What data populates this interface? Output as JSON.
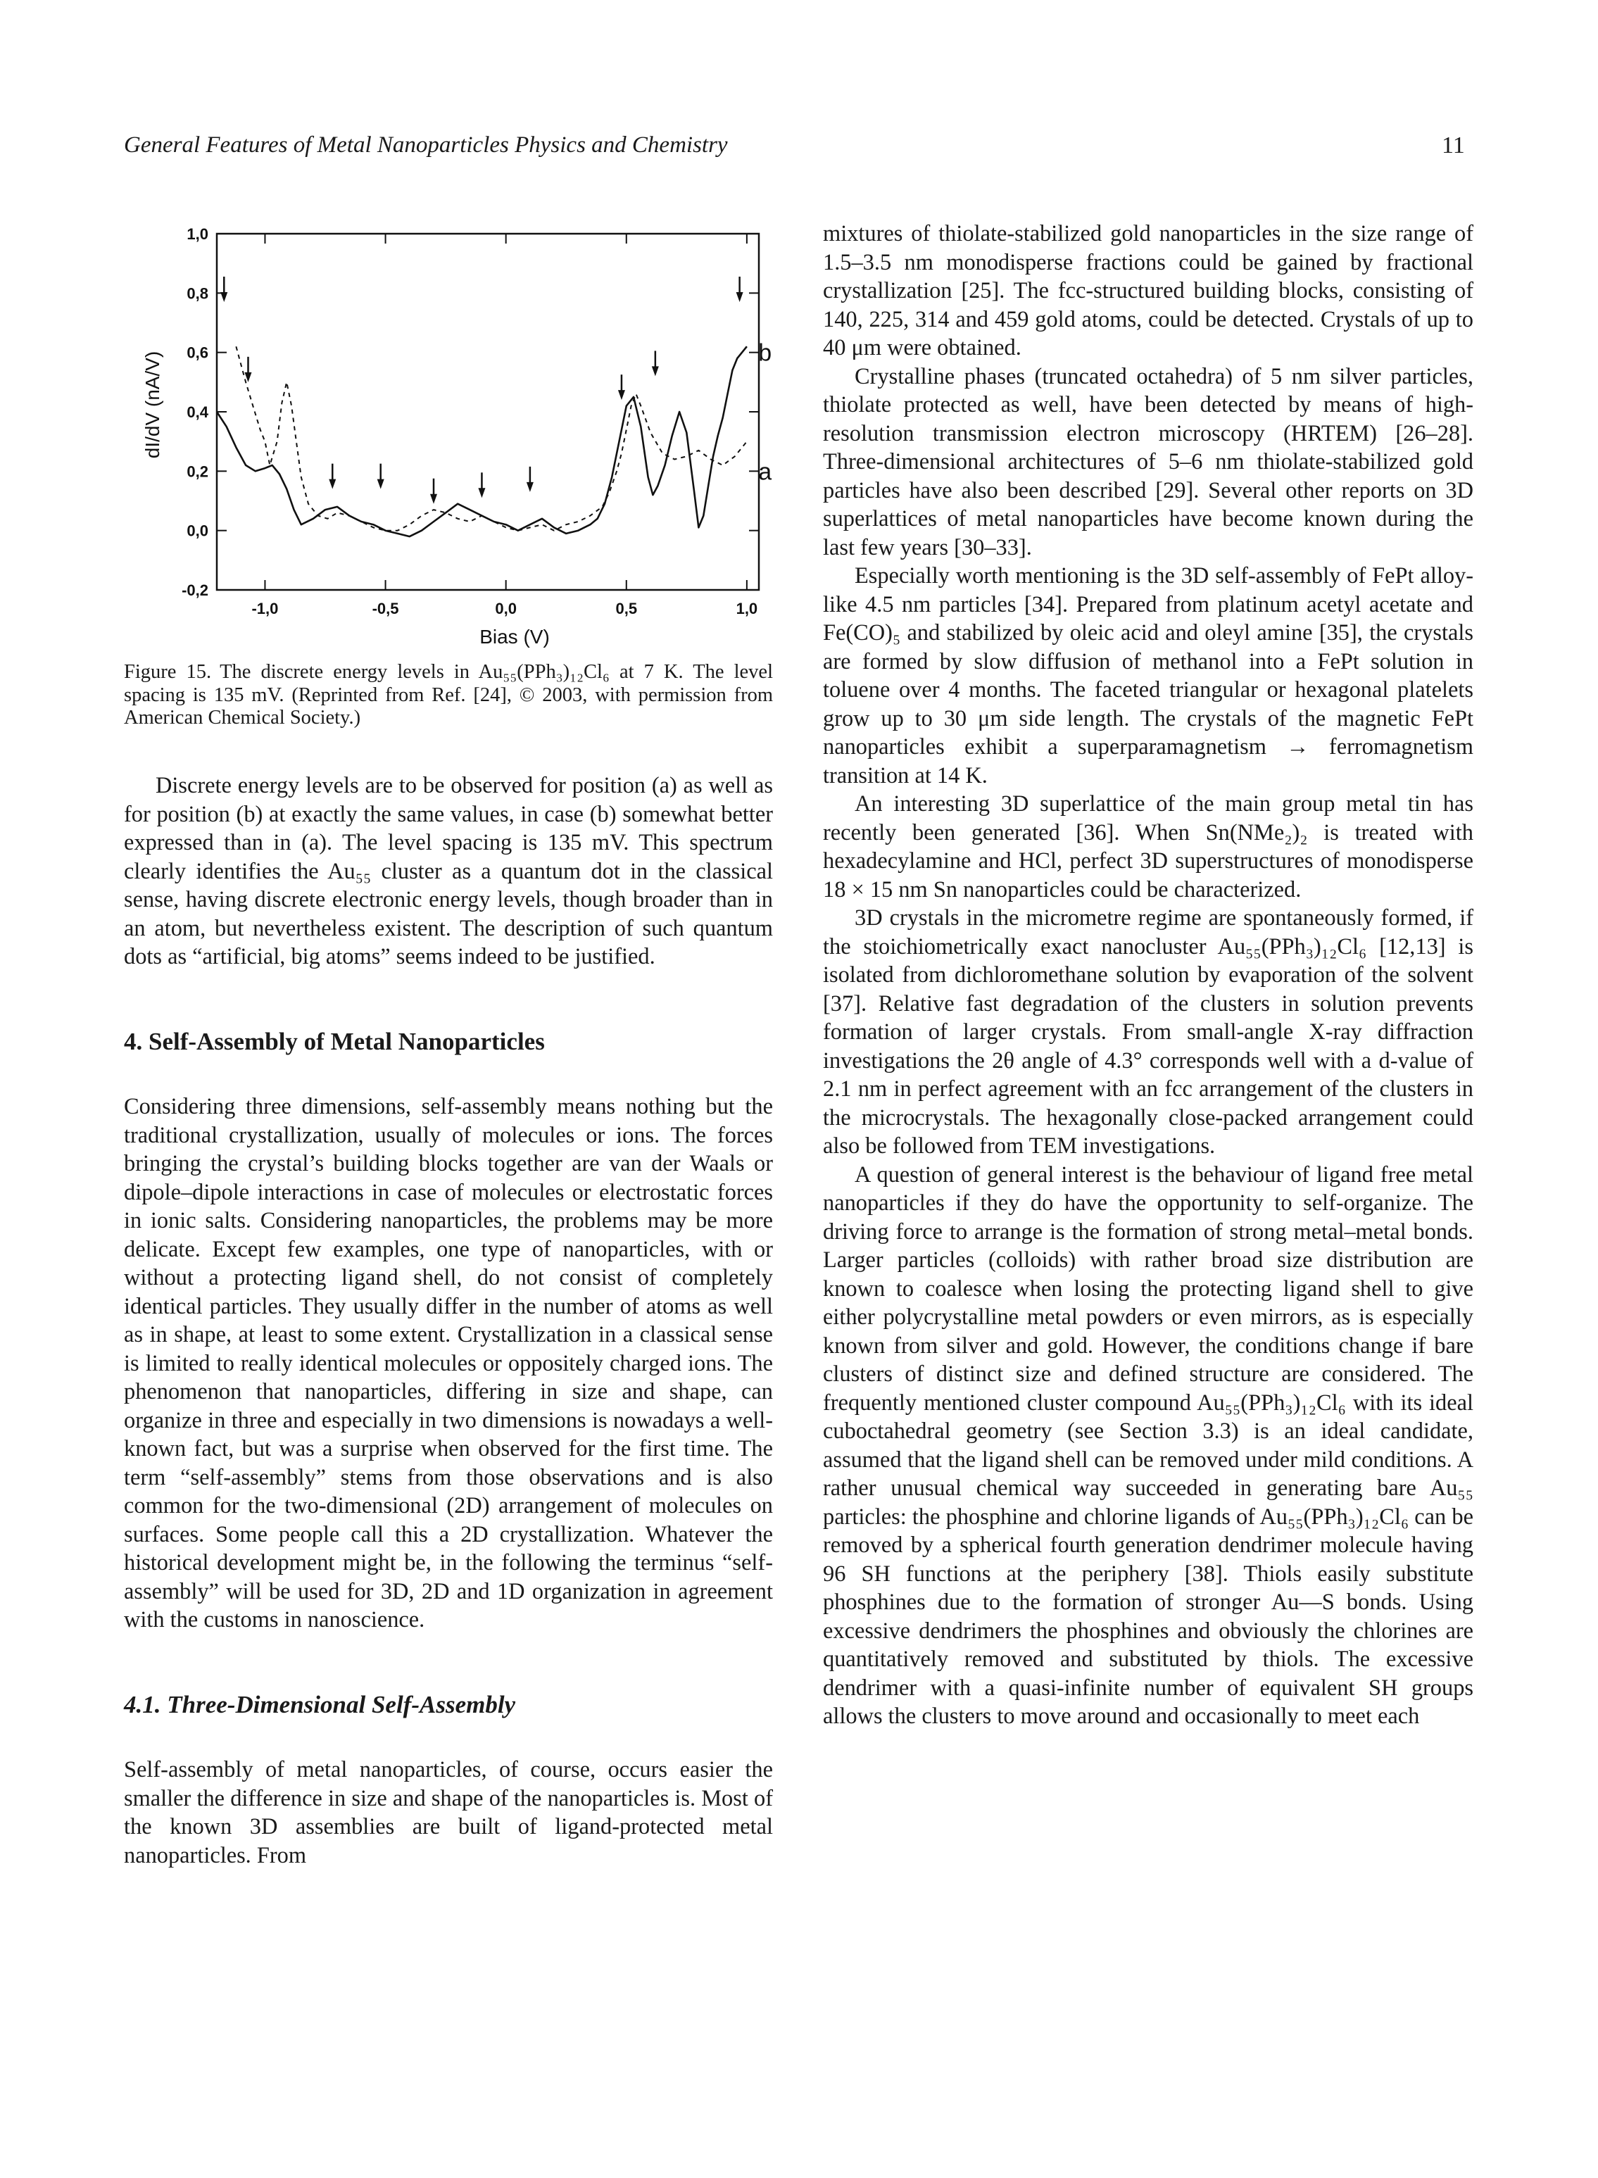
{
  "header": {
    "running_title": "General Features of Metal Nanoparticles Physics and Chemistry",
    "page_number": "11"
  },
  "figure": {
    "label": "Figure 15.",
    "caption": "The discrete energy levels in Au₅₅(PPh₃)₁₂Cl₆ at 7 K. The level spacing is 135 mV. (Reprinted from Ref. [24], © 2003, with permission from American Chemical Society.)"
  },
  "chart_data": {
    "type": "line",
    "xlabel": "Bias (V)",
    "ylabel": "dI/dV (nA/V)",
    "xlim": [
      -1.2,
      1.05
    ],
    "ylim": [
      -0.2,
      1.0
    ],
    "x_ticks": [
      "-1,0",
      "-0,5",
      "0,0",
      "0,5",
      "1,0"
    ],
    "x_tick_values": [
      -1.0,
      -0.5,
      0.0,
      0.5,
      1.0
    ],
    "y_ticks": [
      "1,0",
      "0,8",
      "0,6",
      "0,4",
      "0,2",
      "0,0",
      "-0,2"
    ],
    "y_tick_values": [
      1.0,
      0.8,
      0.6,
      0.4,
      0.2,
      0.0,
      -0.2
    ],
    "grid": false,
    "series": [
      {
        "name": "b",
        "style": "solid",
        "x": [
          -1.2,
          -1.16,
          -1.12,
          -1.08,
          -1.04,
          -1.0,
          -0.97,
          -0.94,
          -0.91,
          -0.88,
          -0.85,
          -0.8,
          -0.75,
          -0.7,
          -0.65,
          -0.6,
          -0.55,
          -0.5,
          -0.45,
          -0.4,
          -0.35,
          -0.3,
          -0.25,
          -0.2,
          -0.15,
          -0.1,
          -0.05,
          0.0,
          0.05,
          0.1,
          0.15,
          0.2,
          0.25,
          0.3,
          0.35,
          0.38,
          0.41,
          0.44,
          0.47,
          0.5,
          0.53,
          0.56,
          0.59,
          0.61,
          0.63,
          0.66,
          0.69,
          0.72,
          0.75,
          0.78,
          0.8,
          0.82,
          0.84,
          0.86,
          0.88,
          0.9,
          0.92,
          0.94,
          0.96,
          0.98,
          1.0
        ],
        "y": [
          0.4,
          0.35,
          0.28,
          0.22,
          0.2,
          0.21,
          0.22,
          0.19,
          0.14,
          0.07,
          0.02,
          0.04,
          0.07,
          0.08,
          0.05,
          0.03,
          0.02,
          0.0,
          -0.01,
          -0.02,
          0.0,
          0.03,
          0.06,
          0.09,
          0.07,
          0.05,
          0.03,
          0.02,
          0.0,
          0.02,
          0.04,
          0.01,
          -0.01,
          0.0,
          0.02,
          0.04,
          0.09,
          0.18,
          0.3,
          0.42,
          0.45,
          0.35,
          0.18,
          0.12,
          0.15,
          0.22,
          0.32,
          0.4,
          0.33,
          0.14,
          0.01,
          0.05,
          0.15,
          0.25,
          0.32,
          0.38,
          0.46,
          0.54,
          0.58,
          0.6,
          0.62
        ]
      },
      {
        "name": "a",
        "style": "dashed",
        "x": [
          -1.12,
          -1.1,
          -1.08,
          -1.05,
          -1.02,
          -1.0,
          -0.98,
          -0.95,
          -0.93,
          -0.91,
          -0.89,
          -0.87,
          -0.85,
          -0.82,
          -0.78,
          -0.74,
          -0.7,
          -0.65,
          -0.6,
          -0.55,
          -0.5,
          -0.45,
          -0.4,
          -0.35,
          -0.3,
          -0.25,
          -0.2,
          -0.15,
          -0.1,
          -0.05,
          0.0,
          0.05,
          0.1,
          0.15,
          0.2,
          0.25,
          0.3,
          0.35,
          0.4,
          0.43,
          0.46,
          0.48,
          0.5,
          0.52,
          0.54,
          0.56,
          0.6,
          0.65,
          0.7,
          0.75,
          0.8,
          0.85,
          0.9,
          0.95,
          1.0
        ],
        "y": [
          0.62,
          0.56,
          0.5,
          0.42,
          0.34,
          0.3,
          0.22,
          0.3,
          0.43,
          0.5,
          0.42,
          0.3,
          0.18,
          0.09,
          0.05,
          0.04,
          0.06,
          0.05,
          0.03,
          0.01,
          0.0,
          0.0,
          0.02,
          0.05,
          0.07,
          0.06,
          0.04,
          0.03,
          0.05,
          0.03,
          0.01,
          0.0,
          0.01,
          0.02,
          0.0,
          0.02,
          0.03,
          0.05,
          0.08,
          0.13,
          0.2,
          0.26,
          0.34,
          0.42,
          0.46,
          0.42,
          0.33,
          0.26,
          0.24,
          0.25,
          0.27,
          0.24,
          0.22,
          0.25,
          0.3
        ]
      }
    ],
    "arrows_x": [
      -1.17,
      -1.07,
      -0.72,
      -0.52,
      -0.3,
      -0.1,
      0.1,
      0.62,
      0.48,
      0.97
    ],
    "arrows_y": [
      0.77,
      0.5,
      0.14,
      0.14,
      0.09,
      0.11,
      0.13,
      0.52,
      0.44,
      0.77
    ],
    "curve_labels": [
      "b",
      "a"
    ]
  },
  "left_column": {
    "p1": "Discrete energy levels are to be observed for position (a) as well as for position (b) at exactly the same values, in case (b) somewhat better expressed than in (a). The level spacing is 135 mV. This spectrum clearly identifies the Au₅₅ cluster as a quantum dot in the classical sense, having discrete electronic energy levels, though broader than in an atom, but nevertheless existent. The description of such quantum dots as “artificial, big atoms” seems indeed to be justified.",
    "section_heading": "4. Self-Assembly of Metal Nanoparticles",
    "p2": "Considering three dimensions, self-assembly means nothing but the traditional crystallization, usually of molecules or ions. The forces bringing the crystal’s building blocks together are van der Waals or dipole–dipole interactions in case of molecules or electrostatic forces in ionic salts. Considering nanoparticles, the problems may be more delicate. Except few examples, one type of nanoparticles, with or without a protecting ligand shell, do not consist of completely identical particles. They usually differ in the number of atoms as well as in shape, at least to some extent. Crystallization in a classical sense is limited to really identical molecules or oppositely charged ions. The phenomenon that nanoparticles, differing in size and shape, can organize in three and especially in two dimensions is nowadays a well-known fact, but was a surprise when observed for the first time. The term “self-assembly” stems from those observations and is also common for the two-dimensional (2D) arrangement of molecules on surfaces. Some people call this a 2D crystallization. Whatever the historical development might be, in the following the terminus “self-assembly” will be used for 3D, 2D and 1D organization in agreement with the customs in nanoscience.",
    "subsection_heading": "4.1. Three-Dimensional Self-Assembly",
    "p3": "Self-assembly of metal nanoparticles, of course, occurs easier the smaller the difference in size and shape of the nanoparticles is. Most of the known 3D assemblies are built of ligand-protected metal nanoparticles. From"
  },
  "right_column": {
    "p1": "mixtures of thiolate-stabilized gold nanoparticles in the size range of 1.5–3.5 nm monodisperse fractions could be gained by fractional crystallization [25]. The fcc-structured building blocks, consisting of 140, 225, 314 and 459 gold atoms, could be detected. Crystals of up to 40 μm were obtained.",
    "p2": "Crystalline phases (truncated octahedra) of 5 nm silver particles, thiolate protected as well, have been detected by means of high-resolution transmission electron microscopy (HRTEM) [26–28]. Three-dimensional architectures of 5–6 nm thiolate-stabilized gold particles have also been described [29]. Several other reports on 3D superlattices of metal nanoparticles have become known during the last few years [30–33].",
    "p3": "Especially worth mentioning is the 3D self-assembly of FePt alloy-like 4.5 nm particles [34]. Prepared from platinum acetyl acetate and Fe(CO)₅ and stabilized by oleic acid and oleyl amine [35], the crystals are formed by slow diffusion of methanol into a FePt solution in toluene over 4 months. The faceted triangular or hexagonal platelets grow up to 30 μm side length. The crystals of the magnetic FePt nanoparticles exhibit a superparamagnetism → ferromagnetism transition at 14 K.",
    "p4": "An interesting 3D superlattice of the main group metal tin has recently been generated [36]. When Sn(NMe₂)₂ is treated with hexadecylamine and HCl, perfect 3D superstructures of monodisperse 18 × 15 nm Sn nanoparticles could be characterized.",
    "p5": "3D crystals in the micrometre regime are spontaneously formed, if the stoichiometrically exact nanocluster Au₅₅(PPh₃)₁₂Cl₆ [12,13] is isolated from dichloromethane solution by evaporation of the solvent [37]. Relative fast degradation of the clusters in solution prevents formation of larger crystals. From small-angle X-ray diffraction investigations the 2θ angle of 4.3° corresponds well with a d-value of 2.1 nm in perfect agreement with an fcc arrangement of the clusters in the microcrystals. The hexagonally close-packed arrangement could also be followed from TEM investigations.",
    "p6": "A question of general interest is the behaviour of ligand free metal nanoparticles if they do have the opportunity to self-organize. The driving force to arrange is the formation of strong metal–metal bonds. Larger particles (colloids) with rather broad size distribution are known to coalesce when losing the protecting ligand shell to give either polycrystalline metal powders or even mirrors, as is especially known from silver and gold. However, the conditions change if bare clusters of distinct size and defined structure are considered. The frequently mentioned cluster compound Au₅₅(PPh₃)₁₂Cl₆ with its ideal cuboctahedral geometry (see Section 3.3) is an ideal candidate, assumed that the ligand shell can be removed under mild conditions. A rather unusual chemical way succeeded in generating bare Au₅₅ particles: the phosphine and chlorine ligands of Au₅₅(PPh₃)₁₂Cl₆ can be removed by a spherical fourth generation dendrimer molecule having 96 SH functions at the periphery [38]. Thiols easily substitute phosphines due to the formation of stronger Au—S bonds. Using excessive dendrimers the phosphines and obviously the chlorines are quantitatively removed and substituted by thiols. The excessive dendrimer with a quasi-infinite number of equivalent SH groups allows the clusters to move around and occasionally to meet each"
  }
}
